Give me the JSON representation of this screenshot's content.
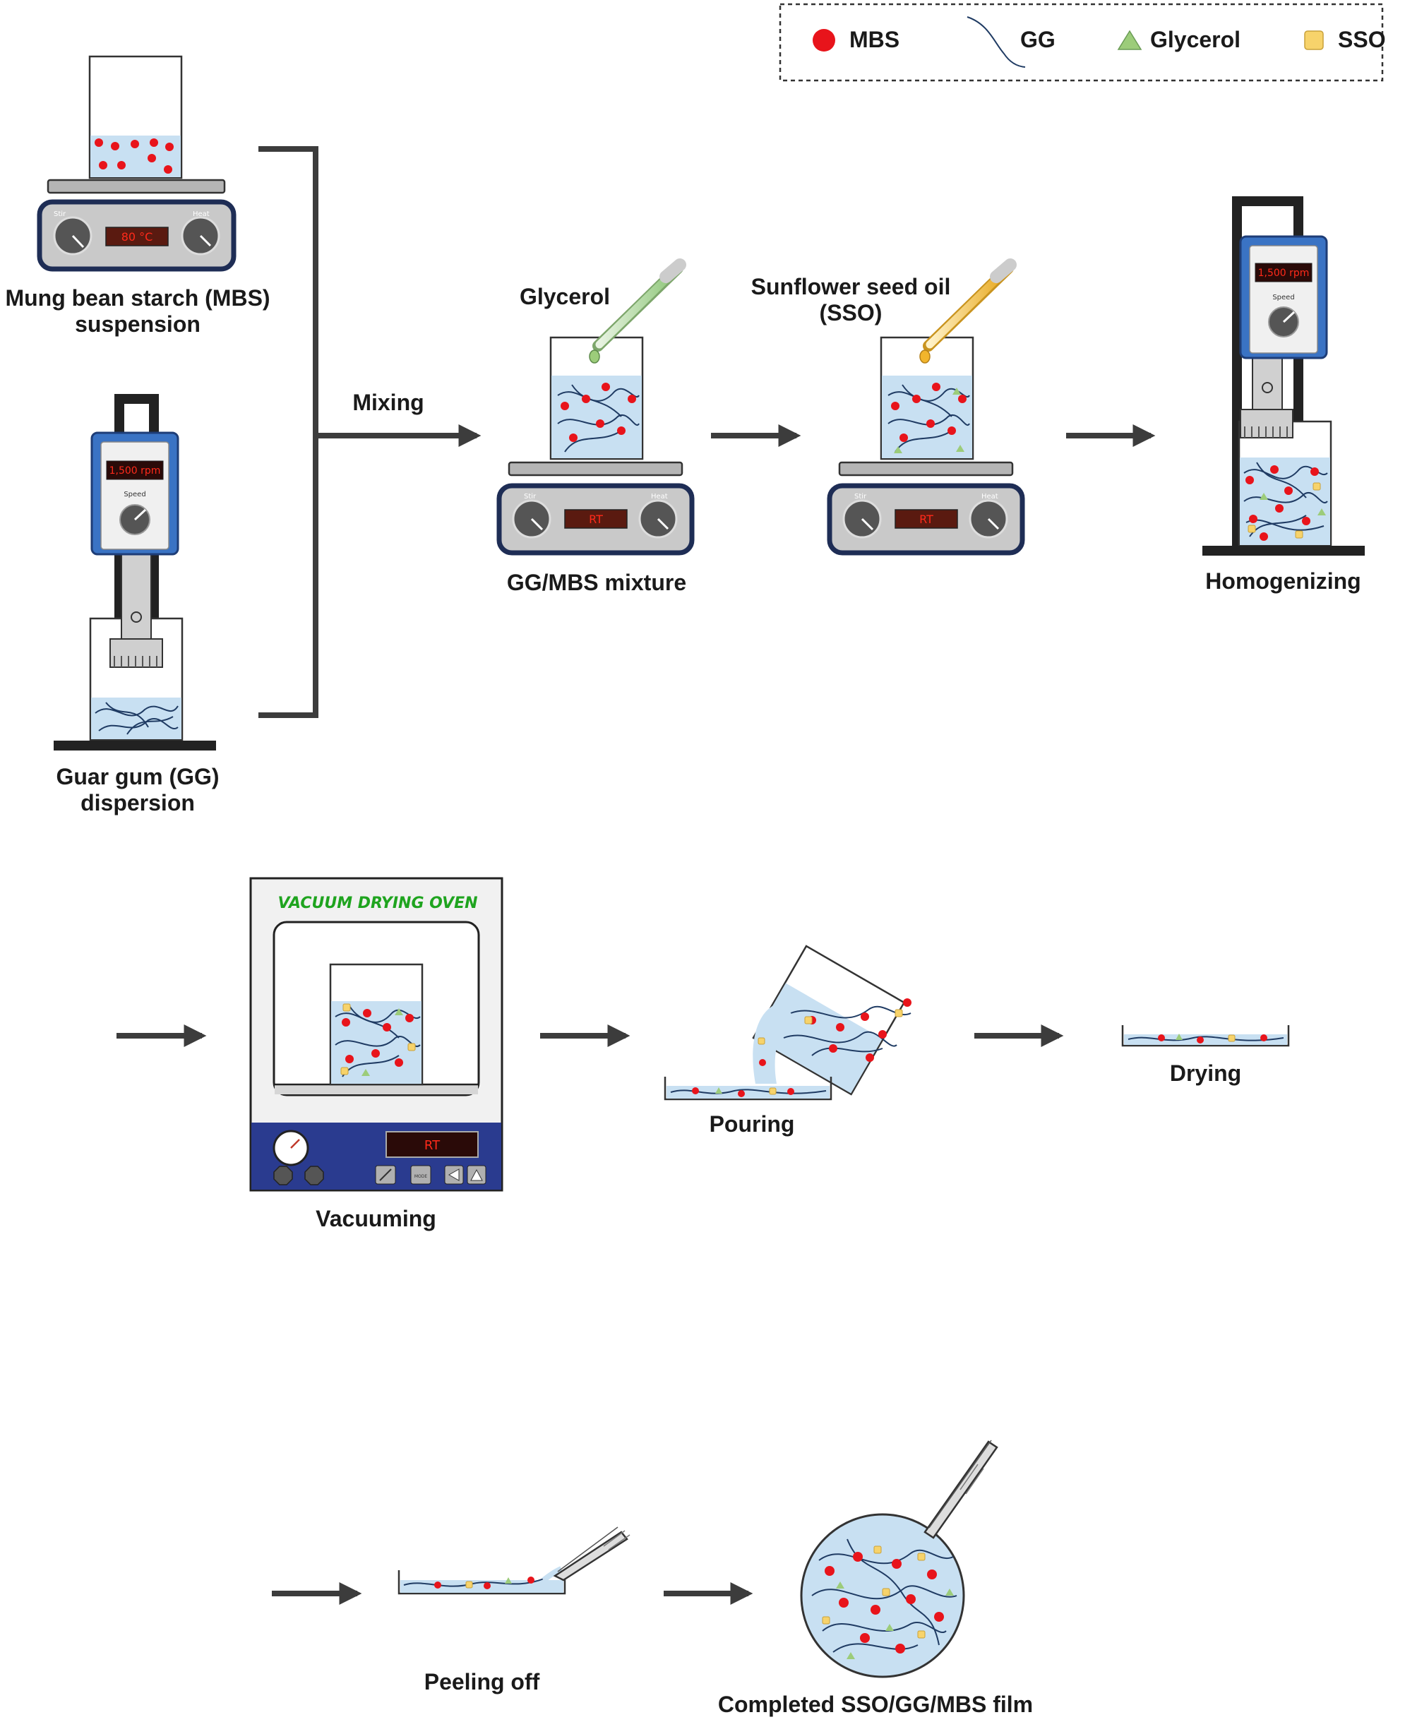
{
  "legend": {
    "mbs": "MBS",
    "gg": "GG",
    "glycerol": "Glycerol",
    "sso": "SSO"
  },
  "steps": {
    "mbs_suspension": [
      "Mung bean starch (MBS)",
      "suspension"
    ],
    "gg_dispersion": [
      "Guar gum (GG)",
      "dispersion"
    ],
    "mixing": "Mixing",
    "glycerol": "Glycerol",
    "sso_add": [
      "Sunflower seed oil",
      "(SSO)"
    ],
    "gg_mbs_mixture": "GG/MBS mixture",
    "homogenizing": "Homogenizing",
    "vacuuming": "Vacuuming",
    "pouring": "Pouring",
    "drying": "Drying",
    "peeling_off": "Peeling off",
    "completed_film": "Completed SSO/GG/MBS film"
  },
  "devices": {
    "stir_label": "Stir",
    "heat_label": "Heat",
    "speed_label": "Speed",
    "hotplate1_display": "80 °C",
    "hotplate_rt_display": "RT",
    "homogenizer_display": "1,500 rpm",
    "oven_title": "VACUUM DRYING OVEN",
    "oven_display": "RT",
    "oven_button_mode": "MODE"
  },
  "colors": {
    "mbs": "#e8141b",
    "gg": "#1f3b63",
    "glycerol": "#9ccc7a",
    "sso": "#f7d36b",
    "liquid": "#c8e0f2",
    "arrow": "#3c3c3c",
    "homogenizer_body": "#3a73c4",
    "oven_panel": "#2a3b8f",
    "oven_title": "#1fa41f"
  }
}
